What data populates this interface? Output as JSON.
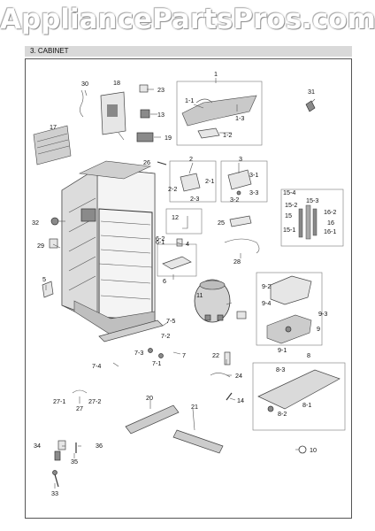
{
  "watermark": "AppliancePartsPros.com",
  "section_title": "3. CABINET",
  "callouts": [
    "1",
    "1-1",
    "1-2",
    "1-3",
    "2",
    "2-1",
    "2-2",
    "2-3",
    "3",
    "3-1",
    "3-2",
    "3-3",
    "4",
    "5",
    "6",
    "6-1",
    "6-2",
    "7",
    "7-1",
    "7-2",
    "7-3",
    "7-4",
    "7-5",
    "8",
    "8-1",
    "8-2",
    "8-3",
    "9",
    "9-1",
    "9-2",
    "9-3",
    "9-4",
    "10",
    "11",
    "12",
    "13",
    "14",
    "15",
    "15-1",
    "15-2",
    "15-3",
    "15-4",
    "16",
    "16-1",
    "16-2",
    "17",
    "18",
    "19",
    "20",
    "21",
    "22",
    "23",
    "24",
    "25",
    "26",
    "27",
    "27-1",
    "27-2",
    "28",
    "29",
    "30",
    "31",
    "32",
    "33",
    "34",
    "35",
    "36"
  ]
}
